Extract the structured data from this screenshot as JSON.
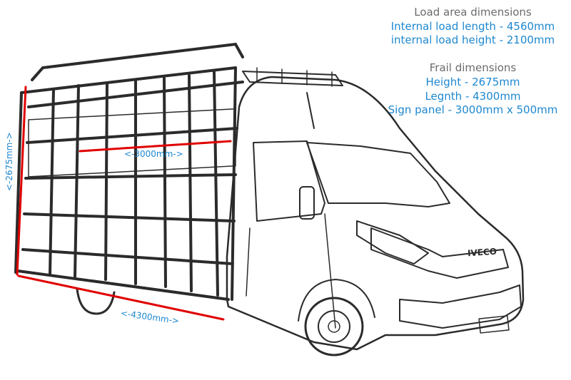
{
  "load_area": {
    "heading": "Load area dimensions",
    "internal_length": "Internal load length - 4560mm",
    "internal_height": "internal load height - 2100mm"
  },
  "frail": {
    "heading": "Frail dimensions",
    "height": "Height - 2675mm",
    "length": "Legnth - 4300mm",
    "sign_panel": "Sign panel - 3000mm x 500mm"
  },
  "dimension_labels": {
    "width": "<-3000mm->",
    "length": "<-4300mm->",
    "height": "<-2675mm->"
  },
  "brand_badge": "IVECO",
  "colors": {
    "heading": "#6b6b6b",
    "value": "#1e88d0",
    "dimension_line": "#e00000",
    "outline": "#2b2b2b"
  }
}
